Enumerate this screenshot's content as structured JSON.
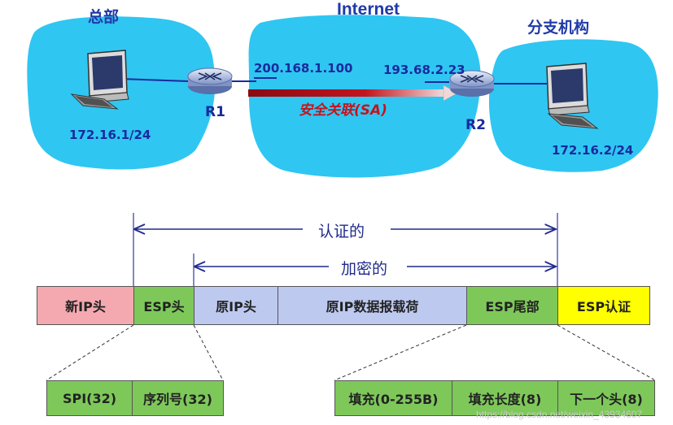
{
  "labels": {
    "headquarters": "总部",
    "internet": "Internet",
    "branch": "分支机构",
    "r1": "R1",
    "r2": "R2",
    "r1_public_ip": "200.168.1.100",
    "r2_public_ip": "193.68.2.23",
    "hq_subnet": "172.16.1/24",
    "branch_subnet": "172.16.2/24",
    "security_association": "安全关联(SA)"
  },
  "spans": {
    "authenticated": "认证的",
    "encrypted": "加密的"
  },
  "packet": {
    "fields": [
      "新IP头",
      "ESP头",
      "原IP头",
      "原IP数据报载荷",
      "ESP尾部",
      "ESP认证"
    ]
  },
  "esp_header_fields": [
    "SPI(32)",
    "序列号(32)"
  ],
  "esp_trailer_fields": [
    "填充(0-255B)",
    "填充长度(8)",
    "下一个头(8)"
  ],
  "colors": {
    "cloud": "#2fc6f2",
    "new_ip_header": "#f4a9b0",
    "esp": "#7ec85a",
    "inner": "#bdc9ef",
    "esp_auth": "#ffff00",
    "sa_arrow": "#c3141e",
    "text_blue": "#1f3aa8"
  },
  "watermark": "https://blog.csdn.net/weixin_43934607"
}
